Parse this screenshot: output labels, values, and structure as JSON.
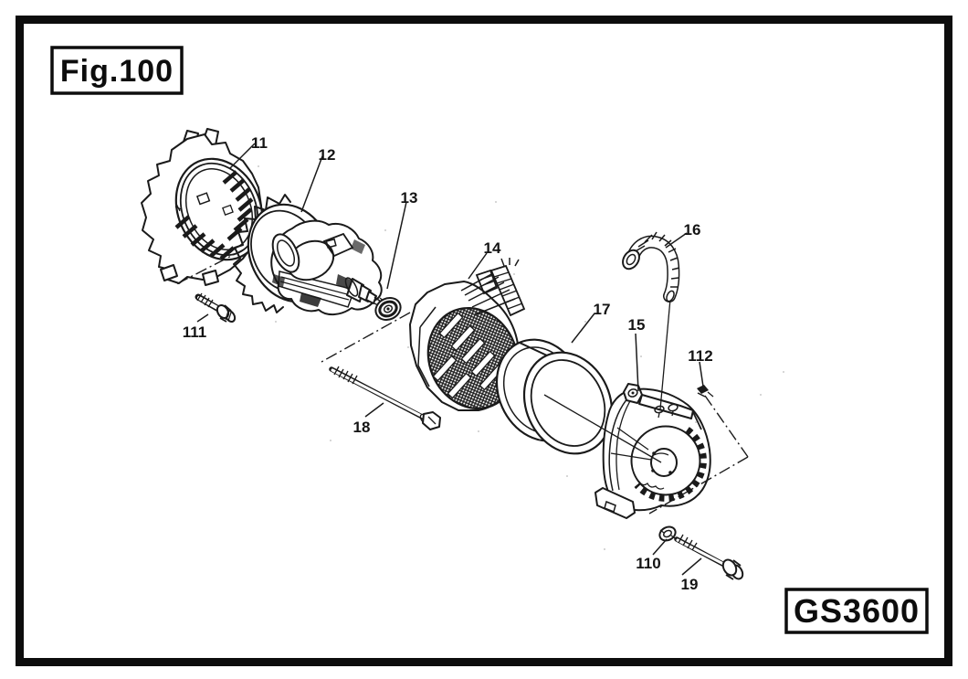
{
  "figure": {
    "label": "Fig.100"
  },
  "model": {
    "label": "GS3600"
  },
  "diagram": {
    "callouts": [
      {
        "number": "11"
      },
      {
        "number": "12"
      },
      {
        "number": "13"
      },
      {
        "number": "14"
      },
      {
        "number": "15"
      },
      {
        "number": "16"
      },
      {
        "number": "17"
      },
      {
        "number": "18"
      },
      {
        "number": "19"
      },
      {
        "number": "110"
      },
      {
        "number": "111"
      },
      {
        "number": "112"
      }
    ]
  },
  "colors": {
    "ink": "#1a1a1a",
    "background": "#ffffff"
  }
}
